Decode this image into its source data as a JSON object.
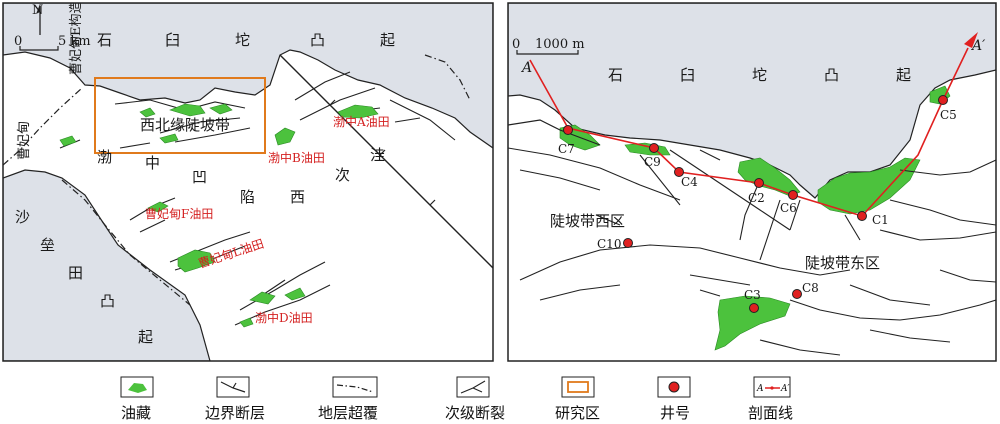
{
  "colors": {
    "uplift": "#dde1e8",
    "oil": "#4cc23d",
    "study_area": "#e07a1c",
    "well": "#e02020",
    "section_line": "#e02020",
    "label_red": "#d42020"
  },
  "left_map": {
    "north": "N",
    "scale_zero": "0",
    "scale_len": "5 km",
    "top_uplift_chars": [
      "石",
      "臼",
      "坨",
      "凸",
      "起"
    ],
    "vertical_fault_label": "曹妃甸E构造",
    "left_fault_label": "曹妃甸",
    "study_area_label": "西北缘陡坡带",
    "sag_chars": [
      "渤",
      "中",
      "凹",
      "陷",
      "西",
      "次",
      "洼"
    ],
    "west_uplift_chars": [
      "沙",
      "垒",
      "田",
      "凸",
      "起"
    ],
    "fields": [
      "渤中A油田",
      "渤中B油田",
      "曹妃甸F油田",
      "曹妃甸L油田",
      "渤中D油田"
    ]
  },
  "right_map": {
    "scale_zero": "0",
    "scale_len": "1000 m",
    "section_start": "A",
    "section_end": "A′",
    "top_uplift_chars": [
      "石",
      "臼",
      "坨",
      "凸",
      "起"
    ],
    "zone_west": "陡坡带西区",
    "zone_east": "陡坡带东区",
    "wells": [
      "C7",
      "C9",
      "C4",
      "C2",
      "C6",
      "C1",
      "C5",
      "C10",
      "C3",
      "C8"
    ]
  },
  "legend": [
    {
      "icon": "oil-reservoir-icon",
      "label": "油藏"
    },
    {
      "icon": "boundary-fault-icon",
      "label": "边界断层"
    },
    {
      "icon": "stratigraphic-overlap-icon",
      "label": "地层超覆"
    },
    {
      "icon": "secondary-fault-icon",
      "label": "次级断裂"
    },
    {
      "icon": "study-area-icon",
      "label": "研究区"
    },
    {
      "icon": "well-icon",
      "label": "井号"
    },
    {
      "icon": "section-line-icon",
      "label": "剖面线"
    }
  ]
}
